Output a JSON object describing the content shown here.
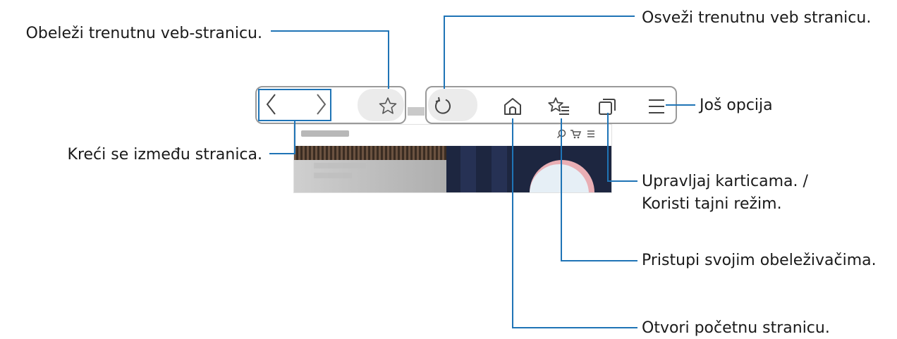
{
  "callouts": {
    "bookmark_current": "Obeleži trenutnu veb-stranicu.",
    "navigate_pages": "Kreći se između stranica.",
    "refresh_page": "Osveži trenutnu veb stranicu.",
    "more_options": "Još opcija",
    "manage_tabs_line1": "Upravljaj karticama. /",
    "manage_tabs_line2": "Koristi tajni režim.",
    "access_bookmarks": "Pristupi svojim obeleživačima.",
    "open_homepage": "Otvori početnu stranicu."
  },
  "icons": {
    "back": "chevron-left-icon",
    "forward": "chevron-right-icon",
    "add_bookmark": "star-icon",
    "refresh": "refresh-icon",
    "home": "home-icon",
    "bookmarks": "bookmarks-star-list-icon",
    "tabs": "tabs-icon",
    "menu": "hamburger-menu-icon"
  },
  "colors": {
    "callout_line": "#1f74b6",
    "frame": "#9a9a9a",
    "pill": "#ebebeb",
    "icon": "#444444"
  }
}
